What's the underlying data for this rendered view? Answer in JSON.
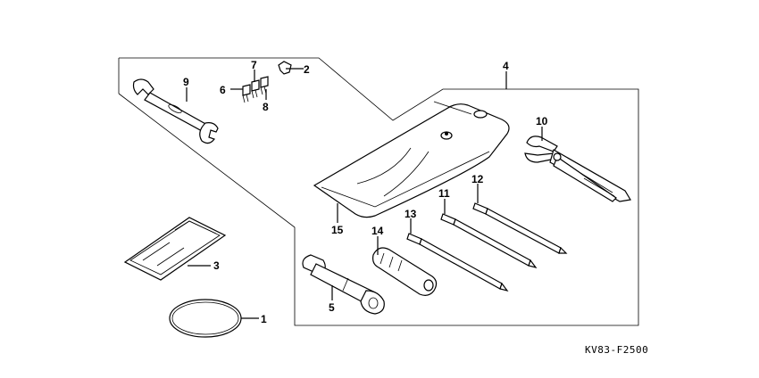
{
  "diagram": {
    "code": "KV83-F2500",
    "callouts": [
      {
        "id": "c1",
        "text": "1"
      },
      {
        "id": "c2",
        "text": "2"
      },
      {
        "id": "c3",
        "text": "3"
      },
      {
        "id": "c4",
        "text": "4"
      },
      {
        "id": "c5",
        "text": "5"
      },
      {
        "id": "c6",
        "text": "6"
      },
      {
        "id": "c7",
        "text": "7"
      },
      {
        "id": "c8",
        "text": "8"
      },
      {
        "id": "c9",
        "text": "9"
      },
      {
        "id": "c10",
        "text": "10"
      },
      {
        "id": "c11",
        "text": "11"
      },
      {
        "id": "c12",
        "text": "12"
      },
      {
        "id": "c13",
        "text": "13"
      },
      {
        "id": "c14",
        "text": "14"
      },
      {
        "id": "c15",
        "text": "15"
      }
    ]
  }
}
